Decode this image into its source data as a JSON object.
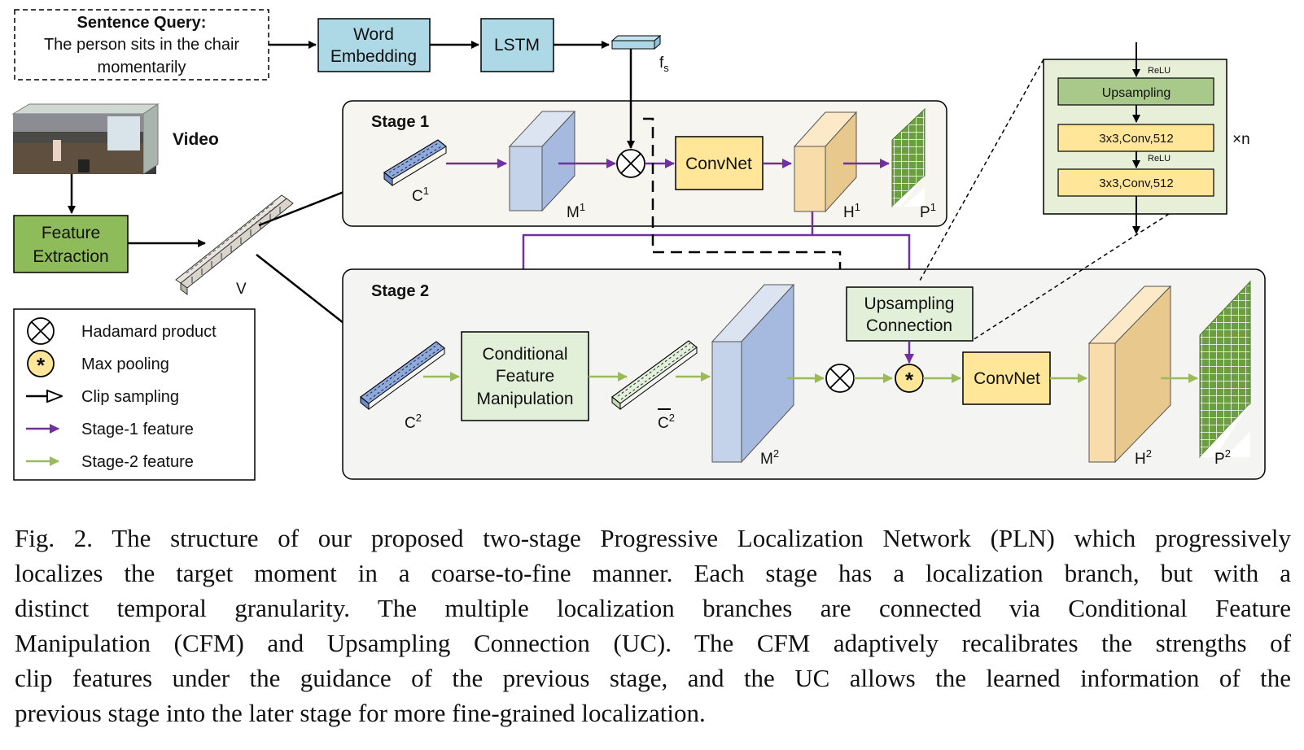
{
  "diagram": {
    "query": {
      "title": "Sentence Query:",
      "line1": "The person sits in the chair",
      "line2": "momentarily"
    },
    "word_embedding": {
      "line1": "Word",
      "line2": "Embedding"
    },
    "lstm": "LSTM",
    "fs": {
      "base": "f",
      "sub": "s"
    },
    "video": "Video",
    "feature_extraction": {
      "line1": "Feature",
      "line2": "Extraction"
    },
    "v_label": "V",
    "stage1": {
      "title": "Stage 1",
      "c": {
        "base": "C",
        "sup": "1"
      },
      "m": {
        "base": "M",
        "sup": "1"
      },
      "convnet": "ConvNet",
      "h": {
        "base": "H",
        "sup": "1"
      },
      "p": {
        "base": "P",
        "sup": "1"
      }
    },
    "stage2": {
      "title": "Stage 2",
      "c": {
        "base": "C",
        "sup": "2"
      },
      "cfm": {
        "line1": "Conditional",
        "line2": "Feature",
        "line3": "Manipulation"
      },
      "cbar": {
        "base": "C",
        "sup": "2"
      },
      "m": {
        "base": "M",
        "sup": "2"
      },
      "uc": {
        "line1": "Upsampling",
        "line2": "Connection"
      },
      "convnet": "ConvNet",
      "h": {
        "base": "H",
        "sup": "2"
      },
      "p": {
        "base": "P",
        "sup": "2"
      }
    },
    "zoom": {
      "relu_top": "ReLU",
      "upsampling": "Upsampling",
      "conv1": "3x3,Conv,512",
      "relu_mid": "ReLU",
      "conv2": "3x3,Conv,512",
      "repeat": "×n"
    },
    "legend": [
      {
        "icon": "hadamard-icon",
        "label": "Hadamard product"
      },
      {
        "icon": "maxpool-icon",
        "label": "Max pooling"
      },
      {
        "icon": "open-arrow-icon",
        "label": "Clip sampling"
      },
      {
        "icon": "purple-arrow-icon",
        "label": "Stage-1 feature"
      },
      {
        "icon": "green-arrow-icon",
        "label": "Stage-2 feature"
      }
    ],
    "colors": {
      "purple": "#7030a0",
      "green": "#9bbb59",
      "blue_box": "#add8e6",
      "clip_blue": "#8ea9db",
      "m_blue": "#c5d3ea",
      "convnet_yellow": "#ffe699",
      "h_tan": "#f8dcaa",
      "feature_green": "#8fbc5a",
      "grid_green": "#6b9e3f",
      "stage_bg": "#f7f7f5"
    }
  },
  "caption": {
    "line1": "Fig. 2.  The structure of our proposed two-stage Progressive Localization Network (PLN) which progressively",
    "line2": "localizes the target moment in a coarse-to-fine manner. Each stage has a localization branch, but with a",
    "line3": "distinct temporal granularity. The multiple localization branches are connected via Conditional Feature",
    "line4": "Manipulation (CFM) and Upsampling Connection (UC). The CFM adaptively recalibrates the strengths of",
    "line5": "clip features under the guidance of the previous stage, and the UC allows the learned information of the",
    "line6": "previous stage into the later stage for more fine-grained localization."
  }
}
